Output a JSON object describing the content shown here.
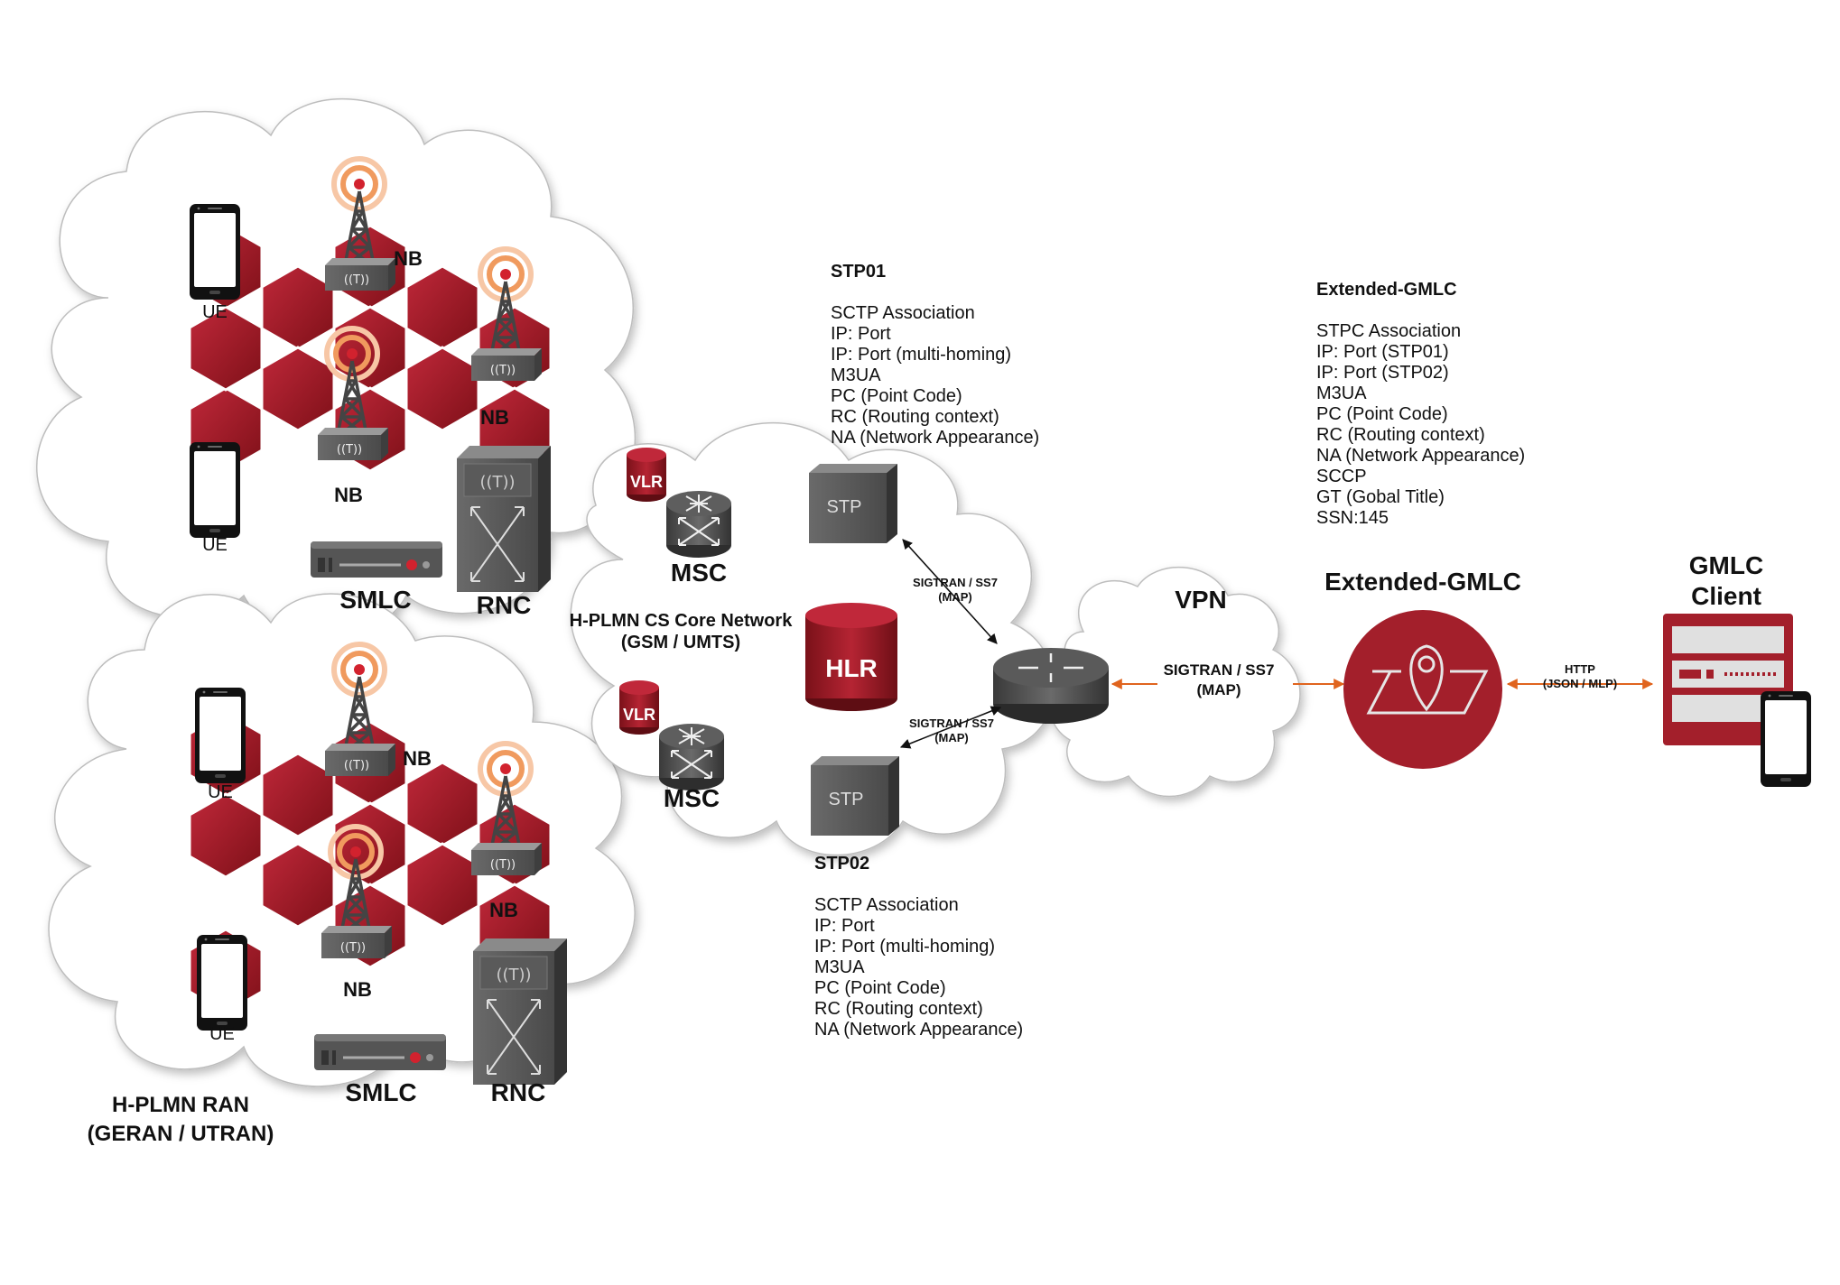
{
  "ran_top": {
    "ue_labels": [
      "UE",
      "UE"
    ],
    "nb_labels": [
      "NB",
      "NB",
      "NB"
    ],
    "smlc": "SMLC",
    "rnc": "RNC"
  },
  "ran_bottom": {
    "ue_labels": [
      "UE",
      "UE"
    ],
    "nb_labels": [
      "NB",
      "NB",
      "NB"
    ],
    "smlc": "SMLC",
    "rnc": "RNC",
    "caption_line1": "H-PLMN RAN",
    "caption_line2": "(GERAN / UTRAN)"
  },
  "core": {
    "title_line1": "H-PLMN CS Core Network",
    "title_line2": "(GSM / UMTS)",
    "vlr_labels": [
      "VLR",
      "VLR"
    ],
    "msc_labels": [
      "MSC",
      "MSC"
    ],
    "hlr": "HLR",
    "stp_labels": [
      "STP",
      "STP"
    ],
    "link_top_line1": "SIGTRAN / SS7",
    "link_top_line2": "(MAP)",
    "link_bottom_line1": "SIGTRAN / SS7",
    "link_bottom_line2": "(MAP)"
  },
  "stp01": {
    "title": "STP01",
    "lines": [
      "SCTP Association",
      "IP: Port",
      "IP: Port (multi-homing)",
      "M3UA",
      "PC (Point Code)",
      "RC (Routing context)",
      "NA (Network Appearance)"
    ]
  },
  "stp02": {
    "title": "STP02",
    "lines": [
      "SCTP Association",
      "IP: Port",
      "IP: Port (multi-homing)",
      "M3UA",
      "PC (Point Code)",
      "RC (Routing context)",
      "NA (Network Appearance)"
    ]
  },
  "gmlc_info": {
    "title": "Extended-GMLC",
    "lines": [
      "STPC Association",
      "IP: Port (STP01)",
      "IP: Port (STP02)",
      "M3UA",
      "PC (Point Code)",
      "RC (Routing context)",
      "NA (Network Appearance)",
      "SCCP",
      "GT (Gobal Title)",
      "SSN:145"
    ]
  },
  "vpn": {
    "label": "VPN",
    "link_line1": "SIGTRAN / SS7",
    "link_line2": "(MAP)"
  },
  "gmlc": {
    "label": "Extended-GMLC"
  },
  "http_link": {
    "line1": "HTTP",
    "line2": "(JSON / MLP)"
  },
  "client": {
    "line1": "GMLC",
    "line2": "Client"
  },
  "colors": {
    "brand_red": "#a31f2b",
    "dark_red": "#7a1119",
    "device_gray": "#555555",
    "arrow_orange": "#e0641e"
  }
}
